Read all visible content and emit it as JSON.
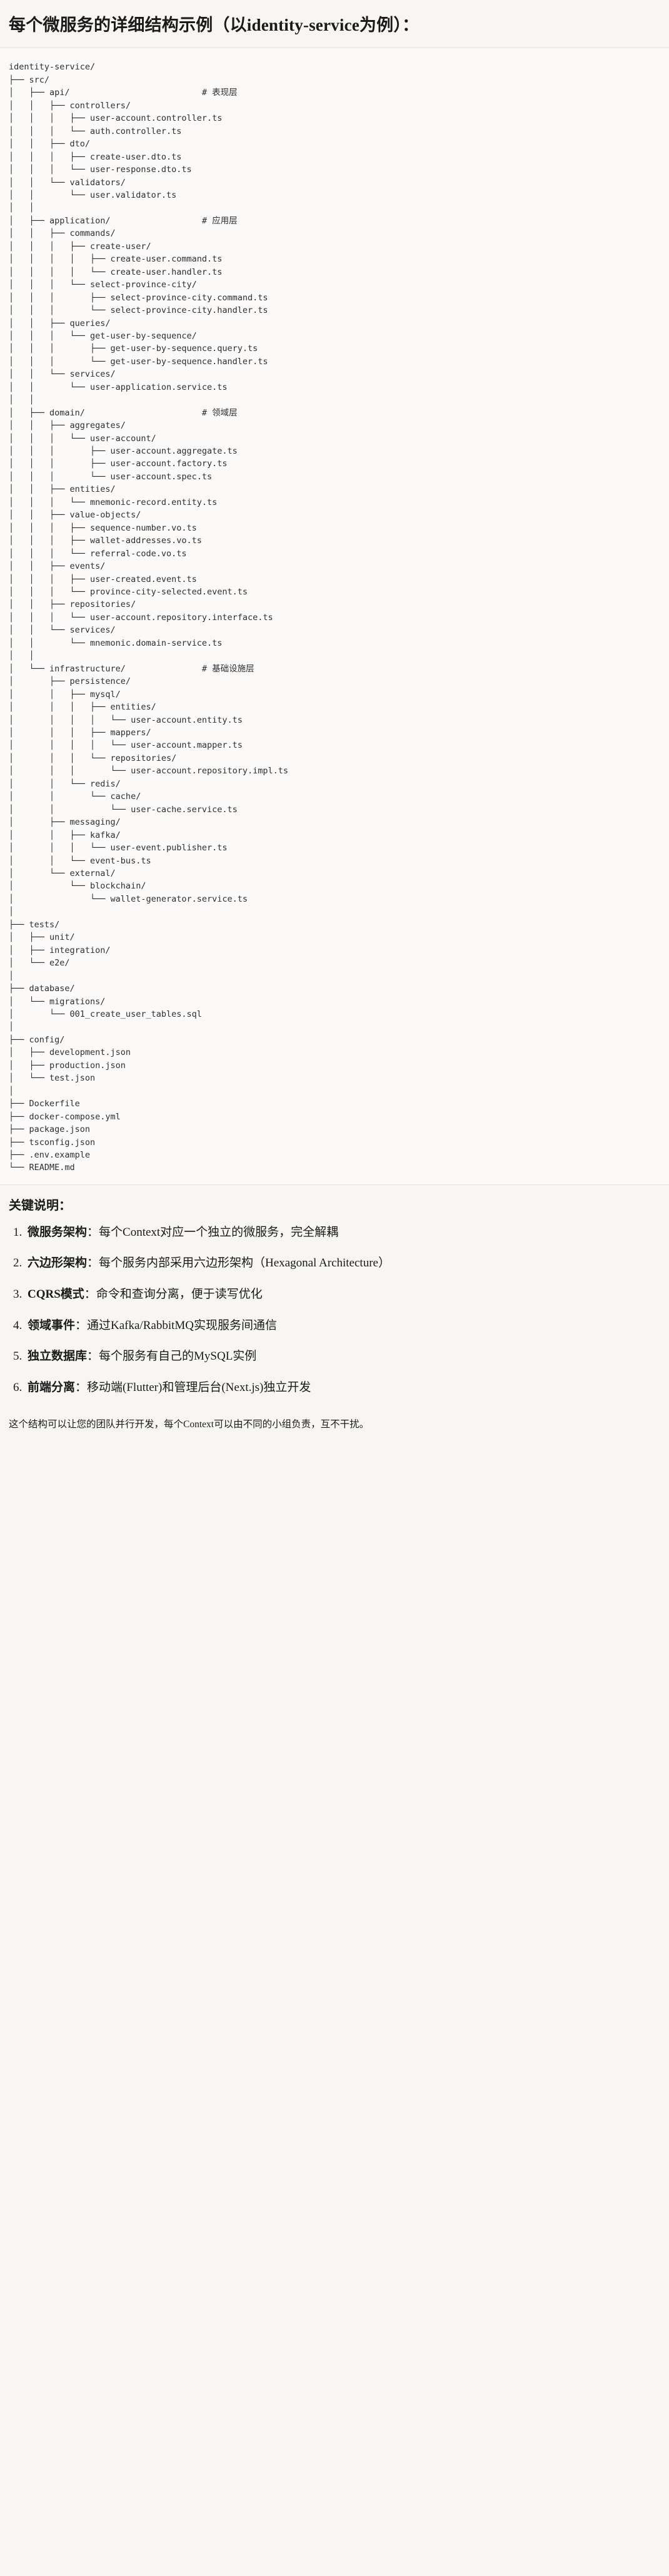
{
  "header": {
    "title": "每个微服务的详细结构示例（以identity-service为例）："
  },
  "tree": {
    "root": "identity-service/",
    "text": "identity-service/\n├── src/\n│   ├── api/                          # 表现层\n│   │   ├── controllers/\n│   │   │   ├── user-account.controller.ts\n│   │   │   └── auth.controller.ts\n│   │   ├── dto/\n│   │   │   ├── create-user.dto.ts\n│   │   │   └── user-response.dto.ts\n│   │   └── validators/\n│   │       └── user.validator.ts\n│   │\n│   ├── application/                  # 应用层\n│   │   ├── commands/\n│   │   │   ├── create-user/\n│   │   │   │   ├── create-user.command.ts\n│   │   │   │   └── create-user.handler.ts\n│   │   │   └── select-province-city/\n│   │   │       ├── select-province-city.command.ts\n│   │   │       └── select-province-city.handler.ts\n│   │   ├── queries/\n│   │   │   └── get-user-by-sequence/\n│   │   │       ├── get-user-by-sequence.query.ts\n│   │   │       └── get-user-by-sequence.handler.ts\n│   │   └── services/\n│   │       └── user-application.service.ts\n│   │\n│   ├── domain/                       # 领域层\n│   │   ├── aggregates/\n│   │   │   └── user-account/\n│   │   │       ├── user-account.aggregate.ts\n│   │   │       ├── user-account.factory.ts\n│   │   │       └── user-account.spec.ts\n│   │   ├── entities/\n│   │   │   └── mnemonic-record.entity.ts\n│   │   ├── value-objects/\n│   │   │   ├── sequence-number.vo.ts\n│   │   │   ├── wallet-addresses.vo.ts\n│   │   │   └── referral-code.vo.ts\n│   │   ├── events/\n│   │   │   ├── user-created.event.ts\n│   │   │   └── province-city-selected.event.ts\n│   │   ├── repositories/\n│   │   │   └── user-account.repository.interface.ts\n│   │   └── services/\n│   │       └── mnemonic.domain-service.ts\n│   │\n│   └── infrastructure/               # 基础设施层\n│       ├── persistence/\n│       │   ├── mysql/\n│       │   │   ├── entities/\n│       │   │   │   └── user-account.entity.ts\n│       │   │   ├── mappers/\n│       │   │   │   └── user-account.mapper.ts\n│       │   │   └── repositories/\n│       │   │       └── user-account.repository.impl.ts\n│       │   └── redis/\n│       │       └── cache/\n│       │           └── user-cache.service.ts\n│       ├── messaging/\n│       │   ├── kafka/\n│       │   │   └── user-event.publisher.ts\n│       │   └── event-bus.ts\n│       └── external/\n│           └── blockchain/\n│               └── wallet-generator.service.ts\n│\n├── tests/\n│   ├── unit/\n│   ├── integration/\n│   └── e2e/\n│\n├── database/\n│   └── migrations/\n│       └── 001_create_user_tables.sql\n│\n├── config/\n│   ├── development.json\n│   ├── production.json\n│   └── test.json\n│\n├── Dockerfile\n├── docker-compose.yml\n├── package.json\n├── tsconfig.json\n├── .env.example\n└── README.md",
    "comments": [
      {
        "label": "# 表现层",
        "for": "api/"
      },
      {
        "label": "# 应用层",
        "for": "application/"
      },
      {
        "label": "# 领域层",
        "for": "domain/"
      },
      {
        "label": "# 基础设施层",
        "for": "infrastructure/"
      }
    ]
  },
  "keypoints": {
    "heading": "关键说明：",
    "items": [
      {
        "term": "微服务架构",
        "desc": "：每个Context对应一个独立的微服务，完全解耦"
      },
      {
        "term": "六边形架构",
        "desc": "：每个服务内部采用六边形架构（Hexagonal Architecture）"
      },
      {
        "term": "CQRS模式",
        "desc": "：命令和查询分离，便于读写优化"
      },
      {
        "term": "领域事件",
        "desc": "：通过Kafka/RabbitMQ实现服务间通信"
      },
      {
        "term": "独立数据库",
        "desc": "：每个服务有自己的MySQL实例"
      },
      {
        "term": "前端分离",
        "desc": "：移动端(Flutter)和管理后台(Next.js)独立开发"
      }
    ]
  },
  "closing": {
    "text": "这个结构可以让您的团队并行开发，每个Context可以由不同的小组负责，互不干扰。"
  }
}
